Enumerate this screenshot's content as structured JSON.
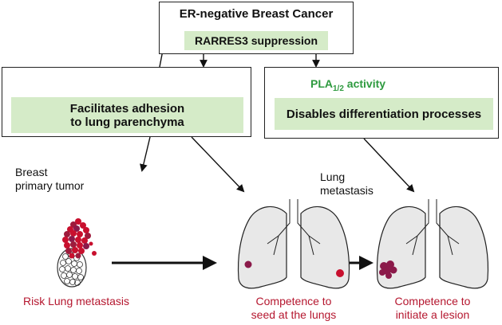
{
  "top_box": {
    "title": "ER-negative Breast Cancer",
    "subtitle": "RARRES3 suppression"
  },
  "left_box": {
    "line1": "Facilitates adhesion",
    "line2": "to lung parenchyma"
  },
  "right_box": {
    "activity_prefix": "PLA",
    "activity_subscript": "1/2",
    "activity_suffix": " activity",
    "label": "Disables differentiation processes"
  },
  "labels": {
    "breast_line1": "Breast",
    "breast_line2": "primary tumor",
    "lung_line1": "Lung",
    "lung_line2": "metastasis"
  },
  "captions": {
    "risk": "Risk Lung metastasis",
    "seed_line1": "Competence to",
    "seed_line2": "seed at the lungs",
    "lesion_line1": "Competence to",
    "lesion_line2": "initiate a lesion"
  },
  "colors": {
    "box_green": "#d5ebc8",
    "activity_green": "#2e9a3f",
    "caption_red": "#b5172f",
    "tumor_red": "#c8102e",
    "lesion_purple": "#8b1a4a"
  }
}
